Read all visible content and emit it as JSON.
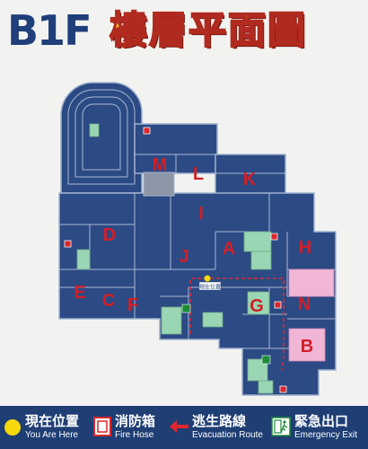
{
  "header": {
    "floor_code": "B1F",
    "title": "樓層平面圖"
  },
  "zones": [
    "A",
    "B",
    "C",
    "D",
    "E",
    "F",
    "G",
    "H",
    "I",
    "J",
    "K",
    "L",
    "M",
    "N"
  ],
  "markers": {
    "you_are_here_label": "現在位置"
  },
  "legend": {
    "you_are_here": {
      "zh": "現在位置",
      "en": "You Are Here"
    },
    "fire_hose": {
      "zh": "消防箱",
      "en": "Fire Hose"
    },
    "evacuation_route": {
      "zh": "逃生路線",
      "en": "Evacuation Route"
    },
    "emergency_exit": {
      "zh": "緊急出口",
      "en": "Emergency Exit"
    }
  },
  "colors": {
    "floor": "#2c4a84",
    "wall": "#a9b8d3",
    "legend_bg": "#1f3e74",
    "zone_label": "#d21f26",
    "title_fill": "#f4dc16",
    "pink_room": "#f1b6d6",
    "green_room": "#9ad6b4",
    "you_are_here_dot": "#f5d90a",
    "evacuation": "#e3262e"
  },
  "icons": [
    "yellow-dot-icon",
    "fire-hose-icon",
    "red-arrow-icon",
    "emergency-exit-icon"
  ]
}
